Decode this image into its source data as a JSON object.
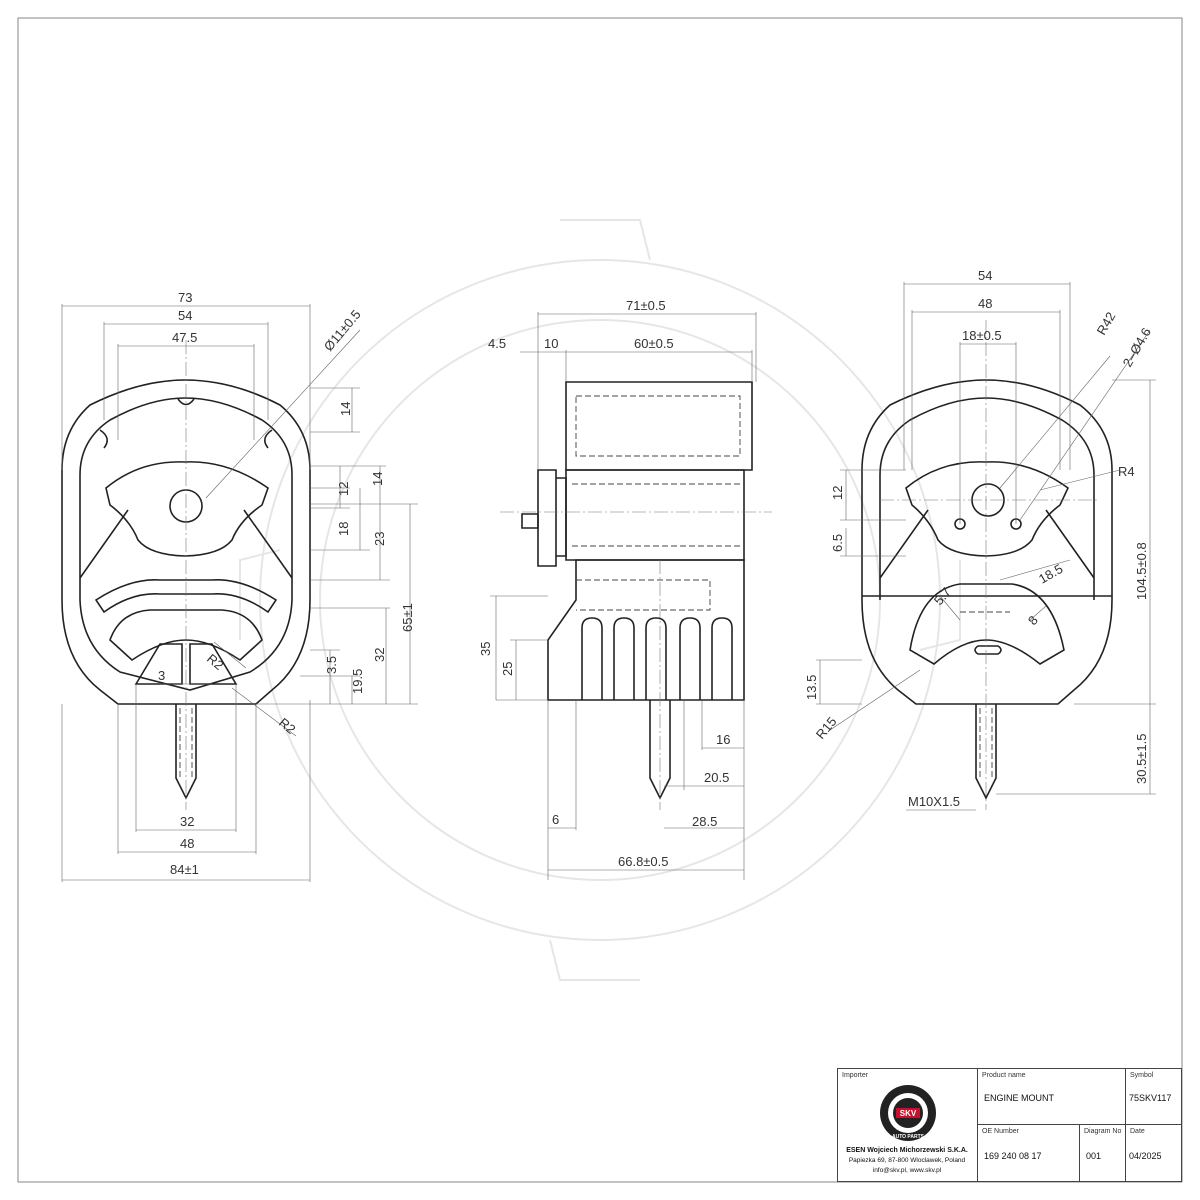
{
  "title_block": {
    "importer_label": "Importer",
    "company_name": "ESEN Wojciech Michorzewski S.K.A.",
    "company_address": "Papiezka 69, 87-800 Wloclawek, Poland",
    "company_contact": "info@skv.pl, www.skv.pl",
    "product_name_label": "Product name",
    "product_name": "ENGINE MOUNT",
    "symbol_label": "Symbol",
    "symbol": "75SKV117",
    "oe_number_label": "OE Number",
    "oe_number": "169 240 08 17",
    "diagram_no_label": "Diagram No",
    "diagram_no": "001",
    "date_label": "Date",
    "date": "04/2025"
  },
  "logo": {
    "text": "SKV",
    "ring_text": "AUTO PARTS"
  },
  "colors": {
    "line": "#222222",
    "dimension": "#666666",
    "watermark": "#e6e6e6"
  },
  "dimensions": {
    "front": {
      "d73": "73",
      "d54": "54",
      "d47_5": "47.5",
      "hole": "Ø11±0.5",
      "d14a": "14",
      "d12": "12",
      "d14b": "14",
      "d18": "18",
      "d23": "23",
      "d65": "65±1",
      "d32v": "32",
      "d19_5": "19.5",
      "d3_5": "3.5",
      "r2a": "R2",
      "r2b": "R2",
      "d3": "3",
      "d32": "32",
      "d48": "48",
      "d84": "84±1"
    },
    "side": {
      "d71": "71±0.5",
      "d4_5": "4.5",
      "d10": "10",
      "d60": "60±0.5",
      "d35": "35",
      "d25": "25",
      "d16": "16",
      "d20_5": "20.5",
      "d6": "6",
      "d28_5": "28.5",
      "d66_8": "66.8±0.5"
    },
    "back": {
      "d54": "54",
      "d48": "48",
      "d18": "18±0.5",
      "r42": "R42",
      "holes": "2–Ø4.6",
      "d12": "12",
      "d6_5": "6.5",
      "r4": "R4",
      "d104_5": "104.5±0.8",
      "d18_5": "18.5",
      "d5_7": "5.7",
      "d8": "8",
      "d13_5": "13.5",
      "r15": "R15",
      "d30_5": "30.5±1.5",
      "thread": "M10X1.5"
    }
  }
}
